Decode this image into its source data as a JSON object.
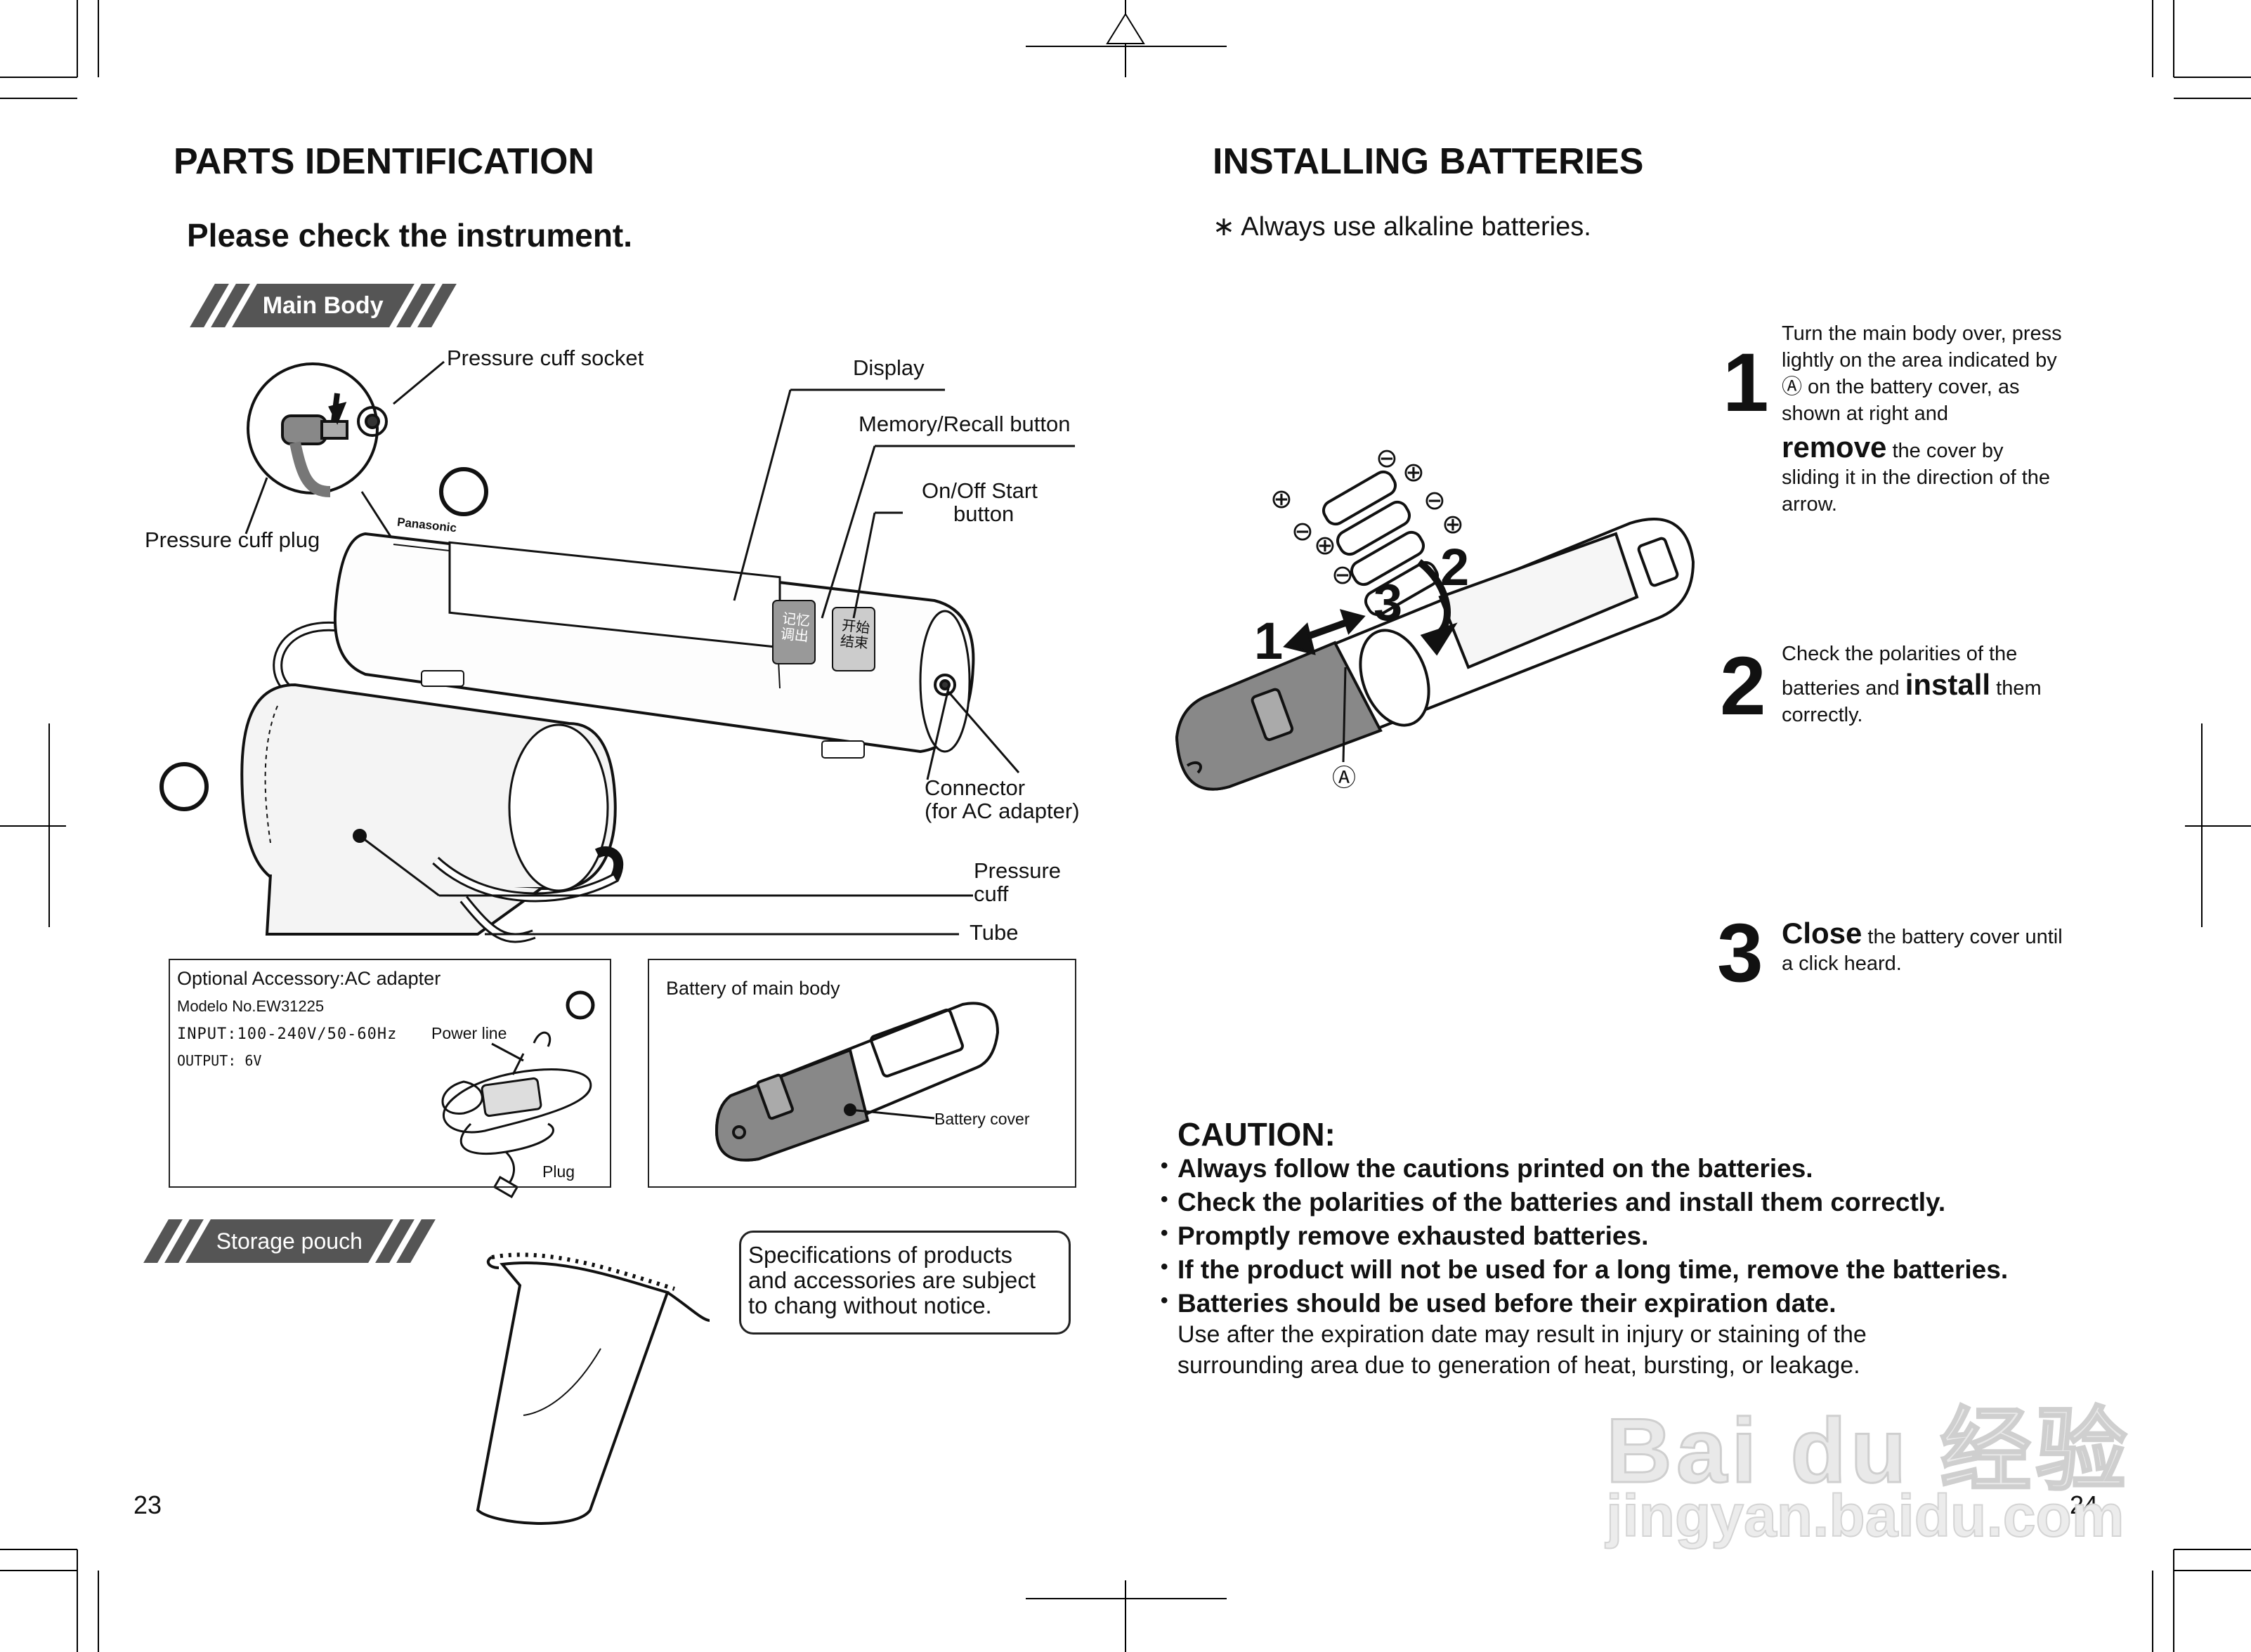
{
  "left": {
    "title": "PARTS IDENTIFICATION",
    "subtitle": "Please check the instrument.",
    "tag_main_body": "Main Body",
    "labels": {
      "pressure_cuff_socket": "Pressure cuff socket",
      "pressure_cuff_plug": "Pressure cuff plug",
      "display": "Display",
      "memory_recall": "Memory/Recall button",
      "onoff_line1": "On/Off Start",
      "onoff_line2": "button",
      "connector_line1": "Connector",
      "connector_line2": "(for AC adapter)",
      "pressure_cuff_line1": "Pressure",
      "pressure_cuff_line2": "cuff",
      "tube": "Tube"
    },
    "accessory": {
      "title": "Optional Accessory:AC adapter",
      "model": "Modelo No.EW31225",
      "input": "INPUT:100-240V/50-60Hz",
      "output": "OUTPUT: 6V",
      "power_line": "Power line",
      "plug": "Plug"
    },
    "battery_box": {
      "title": "Battery of main body",
      "battery_cover": "Battery cover"
    },
    "tag_storage": "Storage pouch",
    "spec_note": [
      "Specifications of products",
      "and accessories are subject",
      "to chang without notice."
    ],
    "page_number": "23"
  },
  "right": {
    "title": "INSTALLING BATTERIES",
    "note": "∗  Always use alkaline batteries.",
    "steps": [
      {
        "num": "1",
        "lines": [
          "Turn the main body over, press",
          "lightly on the area indicated by",
          "Ⓐ  on the battery cover,  as",
          "shown at right and"
        ],
        "emph": "remove",
        "rest": [
          "  the cover by",
          "sliding it in the direction of the",
          "arrow."
        ]
      },
      {
        "num": "2",
        "line1": "Check the polarities of the",
        "pre": "batteries and ",
        "emph": "install",
        "post": " them",
        "line3": "correctly."
      },
      {
        "num": "3",
        "emph": "Close",
        "post": " the battery cover until",
        "line2": "a click heard."
      }
    ],
    "diagram_labels": {
      "n1": "1",
      "n2": "2",
      "n3": "3",
      "a": "Ⓐ",
      "plus": "⊕",
      "minus": "⊖"
    },
    "caution": {
      "title": "CAUTION:",
      "items": [
        "Always follow the cautions printed on the batteries.",
        "Check the polarities of the batteries and install them correctly.",
        "Promptly remove exhausted batteries.",
        "If the product will not be used for a long time, remove the batteries.",
        "Batteries should be used before their expiration date."
      ],
      "detail": [
        "Use after the expiration date may result in injury or staining of the",
        "surrounding area due to generation of heat, bursting, or leakage."
      ]
    },
    "page_number": "24",
    "watermark": {
      "logo": "Bai du 经验",
      "url": "jingyan.baidu.com"
    }
  },
  "device_text": {
    "brand": "Panasonic",
    "btn1": "记忆\n调出",
    "btn2": "开始\n结束"
  }
}
